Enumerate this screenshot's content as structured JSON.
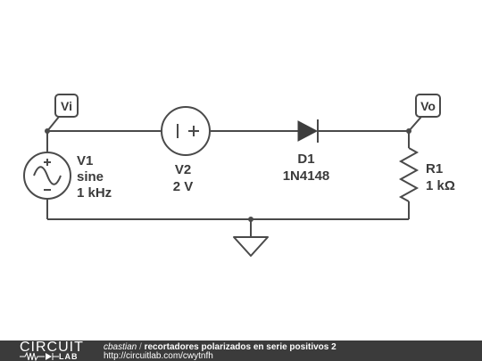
{
  "schematic": {
    "probes": {
      "vi": "Vi",
      "vo": "Vo"
    },
    "v1": {
      "name": "V1",
      "type": "sine",
      "freq": "1 kHz"
    },
    "v2": {
      "name": "V2",
      "value": "2 V"
    },
    "d1": {
      "name": "D1",
      "model": "1N4148"
    },
    "r1": {
      "name": "R1",
      "value": "1 kΩ"
    }
  },
  "footer": {
    "logo_top": "CIRCUIT",
    "logo_bottom": "LAB",
    "author": "cbastian",
    "separator": "/",
    "title": "recortadores polarizados en serie positivos 2",
    "url": "http://circuitlab.com/cwytnfh"
  }
}
